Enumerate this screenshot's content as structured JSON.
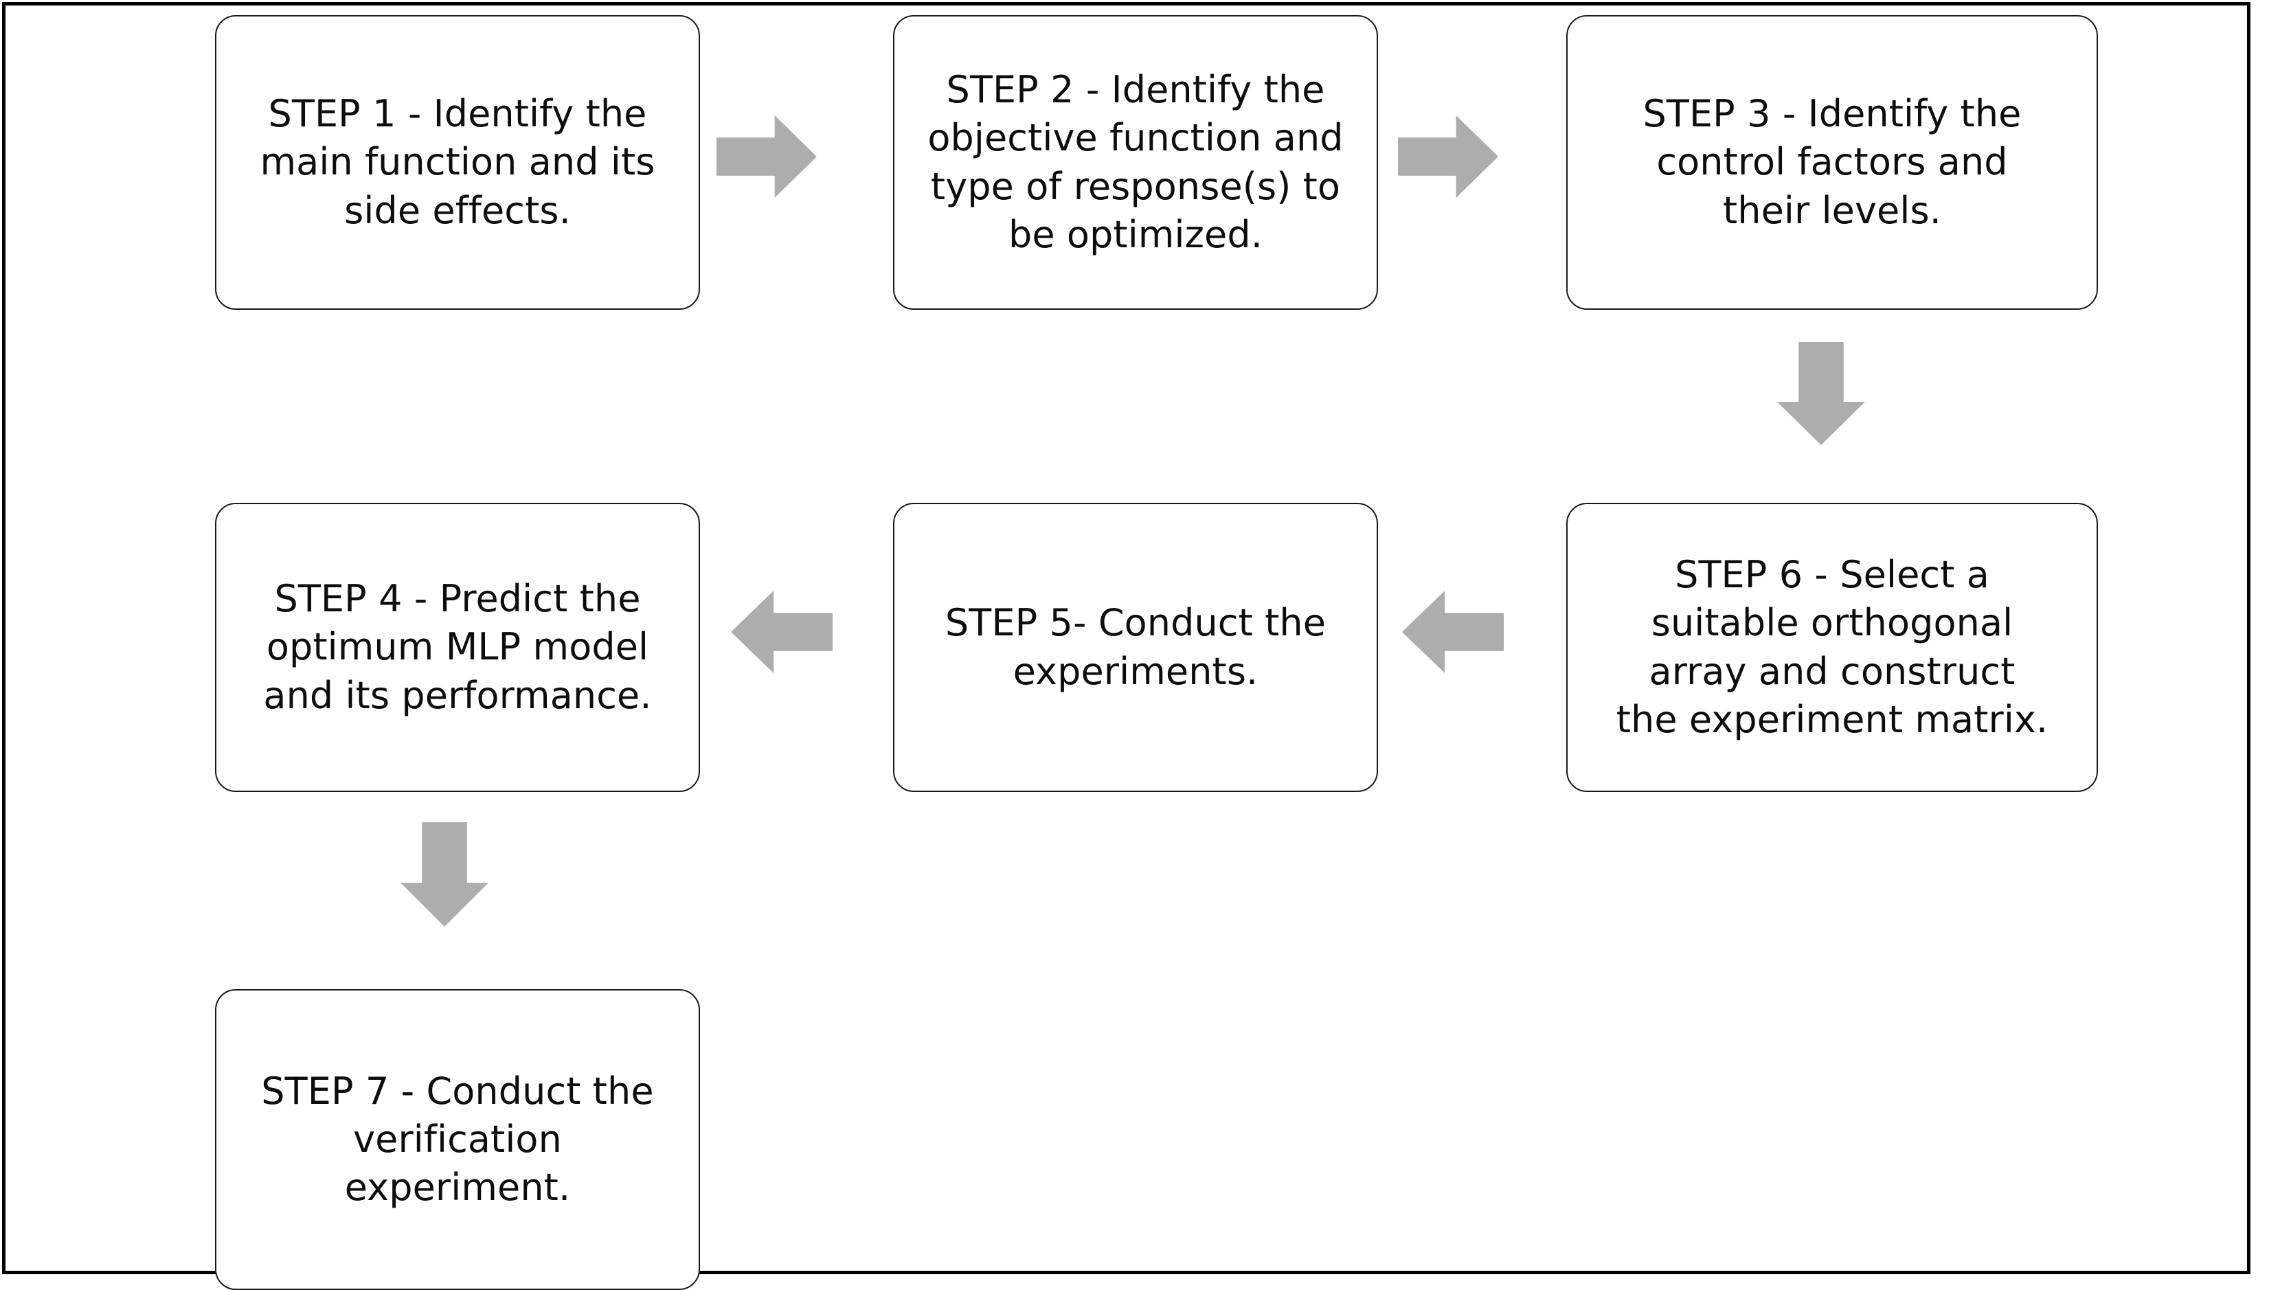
{
  "diagram": {
    "title": "Taguchi method experimental design flowchart",
    "border_color": "#000000",
    "node_border_color": "#1a1a1a",
    "node_fill": "#ffffff",
    "arrow_color": "#adadad",
    "text_color": "#0d0d0d"
  },
  "nodes": [
    {
      "id": "step1",
      "text": "STEP 1 - Identify the\nmain function and its\nside effects."
    },
    {
      "id": "step2",
      "text": "STEP 2 - Identify the\nobjective function and\ntype of response(s) to\nbe optimized."
    },
    {
      "id": "step3",
      "text": "STEP 3 - Identify the\ncontrol factors and\ntheir levels."
    },
    {
      "id": "step4",
      "text": "STEP 4 - Predict the\noptimum MLP model\nand its performance."
    },
    {
      "id": "step5",
      "text": "STEP 5- Conduct the\nexperiments."
    },
    {
      "id": "step6",
      "text": "STEP 6 - Select a\nsuitable orthogonal\narray and construct\nthe experiment matrix."
    },
    {
      "id": "step7",
      "text": "STEP 7 - Conduct the\nverification\nexperiment."
    }
  ],
  "arrows": [
    {
      "id": "arrow-1-2",
      "from": "step1",
      "to": "step2",
      "direction": "right"
    },
    {
      "id": "arrow-2-3",
      "from": "step2",
      "to": "step3",
      "direction": "right"
    },
    {
      "id": "arrow-3-6",
      "from": "step3",
      "to": "step6",
      "direction": "down"
    },
    {
      "id": "arrow-6-5",
      "from": "step6",
      "to": "step5",
      "direction": "left"
    },
    {
      "id": "arrow-5-4",
      "from": "step5",
      "to": "step4",
      "direction": "left"
    },
    {
      "id": "arrow-4-7",
      "from": "step4",
      "to": "step7",
      "direction": "down"
    }
  ]
}
